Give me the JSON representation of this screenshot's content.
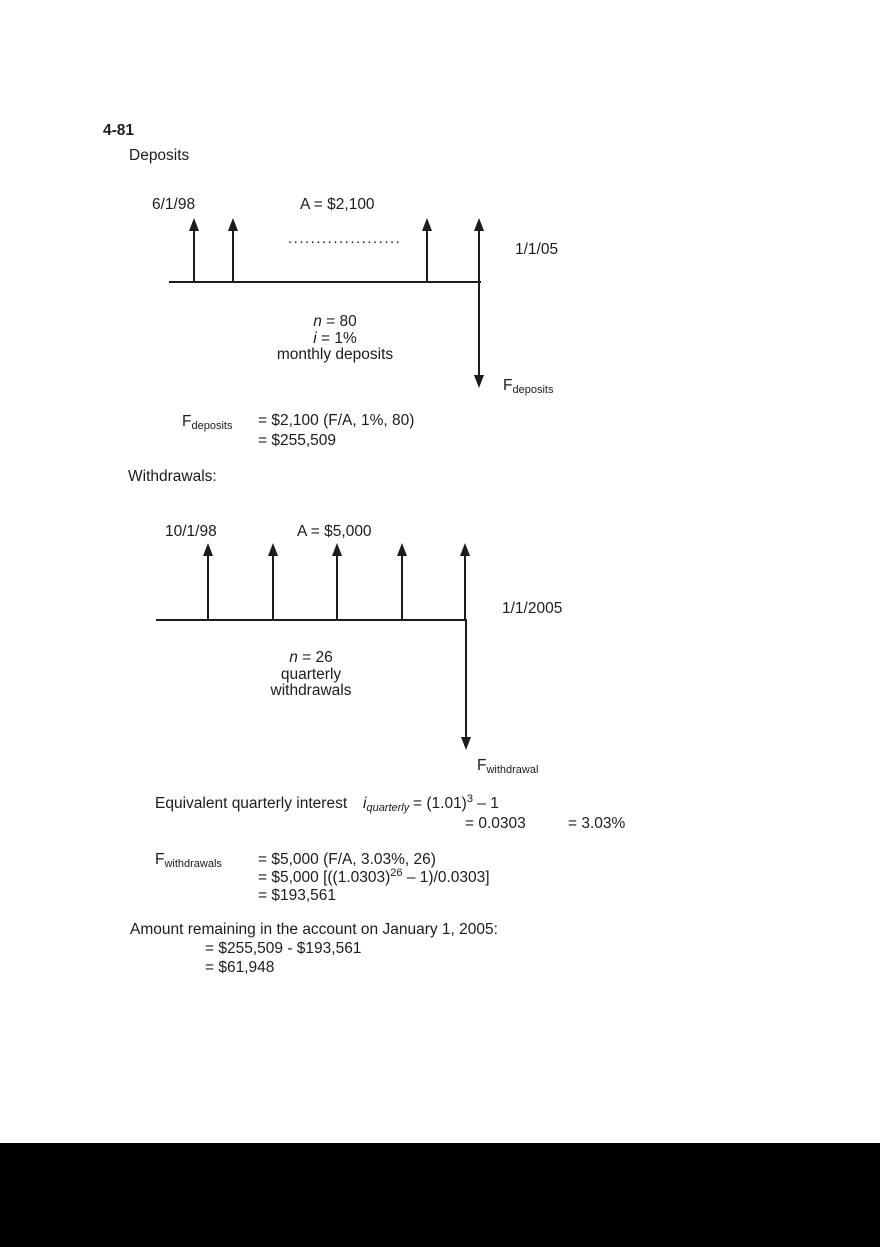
{
  "page": {
    "problem_number": "4-81",
    "deposits_heading": "Deposits",
    "withdrawals_heading": "Withdrawals:"
  },
  "deposits_diagram": {
    "start_date": "6/1/98",
    "annuity_label": "A = $2,100",
    "dots": "....................",
    "end_date": "1/1/05",
    "n_var": "n",
    "n_rest": " = 80",
    "i_var": "i",
    "i_rest": " = 1%",
    "period_label": "monthly deposits",
    "f_label": "F",
    "f_sub": "deposits"
  },
  "deposits_calc": {
    "f_label": "F",
    "f_sub": "deposits",
    "line1": "= $2,100 (F/A, 1%, 80)",
    "line2": "= $255,509"
  },
  "withdrawals_diagram": {
    "start_date": "10/1/98",
    "annuity_label": "A = $5,000",
    "end_date": "1/1/2005",
    "n_var": "n",
    "n_rest": " = 26",
    "period_line1": "quarterly",
    "period_line2": "withdrawals",
    "f_label": "F",
    "f_sub": "withdrawal"
  },
  "quarterly_interest": {
    "label": "Equivalent quarterly interest",
    "i_var": "i",
    "i_sub": "quarterly",
    "expr_pre": "= (1.01)",
    "expr_sup": "3",
    "expr_tail": " – 1",
    "result": "= 0.0303",
    "result_pct": "= 3.03%"
  },
  "withdrawals_calc": {
    "f_label": "F",
    "f_sub": "withdrawals",
    "line1": "= $5,000 (F/A, 3.03%, 26)",
    "line2_pre": "= $5,000 [((1.0303)",
    "line2_sup": "26",
    "line2_tail": " – 1)/0.0303]",
    "line3": "= $193,561"
  },
  "conclusion": {
    "label": "Amount remaining in the account on January 1, 2005:",
    "line1": "= $255,509 - $193,561",
    "line2": "= $61,948"
  }
}
